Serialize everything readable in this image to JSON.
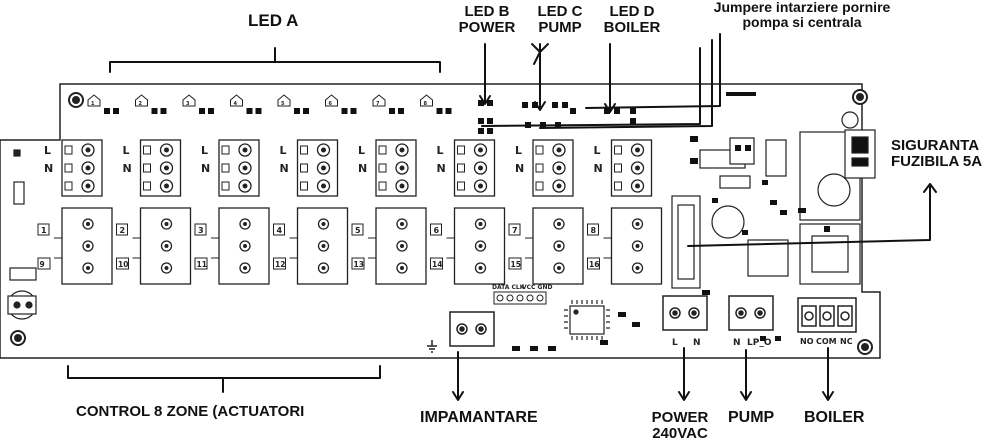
{
  "labels": {
    "led_a": "LED A",
    "led_b_1": "LED B",
    "led_b_2": "POWER",
    "led_c_1": "LED C",
    "led_c_2": "PUMP",
    "led_d_1": "LED D",
    "led_d_2": "BOILER",
    "jumpere_1": "Jumpere intarziere pornire",
    "jumpere_2": "pompa si centrala",
    "siguranta_1": "SIGURANTA",
    "siguranta_2": "FUZIBILA 5A",
    "control": "CONTROL 8 ZONE (ACTUATORI",
    "impamantare": "IMPAMANTARE",
    "power_1": "POWER",
    "power_2": "240VAC",
    "pump": "PUMP",
    "boiler": "BOILER"
  },
  "board_text": {
    "terminal_l": "L",
    "terminal_n": "N",
    "power_l": "L",
    "power_n": "N",
    "pump_n": "N",
    "pump_lp": "LP_O",
    "boiler_no": "NO",
    "boiler_com": "COM",
    "boiler_nc": "NC",
    "header_left": "DATA CLK",
    "header_right": "VCC GND"
  },
  "led_a_numbers": [
    "1",
    "2",
    "3",
    "4",
    "5",
    "6",
    "7",
    "8"
  ],
  "zone_numbers_top": [
    "1",
    "2",
    "3",
    "4",
    "5",
    "6",
    "7",
    "8"
  ],
  "zone_numbers_bottom": [
    "9",
    "10",
    "11",
    "12",
    "13",
    "14",
    "15",
    "16"
  ]
}
